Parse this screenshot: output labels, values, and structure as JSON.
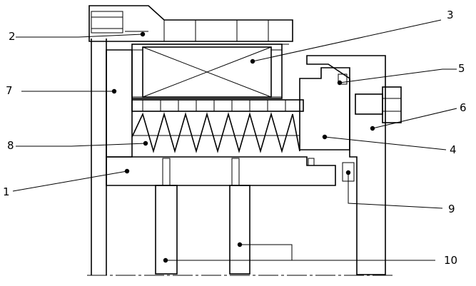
{
  "figure": {
    "callouts": [
      {
        "id": "c1",
        "label": "1"
      },
      {
        "id": "c2",
        "label": "2"
      },
      {
        "id": "c3",
        "label": "3"
      },
      {
        "id": "c4",
        "label": "4"
      },
      {
        "id": "c5",
        "label": "5"
      },
      {
        "id": "c6",
        "label": "6"
      },
      {
        "id": "c7",
        "label": "7"
      },
      {
        "id": "c8",
        "label": "8"
      },
      {
        "id": "c9",
        "label": "9"
      },
      {
        "id": "c10",
        "label": "10"
      }
    ]
  }
}
